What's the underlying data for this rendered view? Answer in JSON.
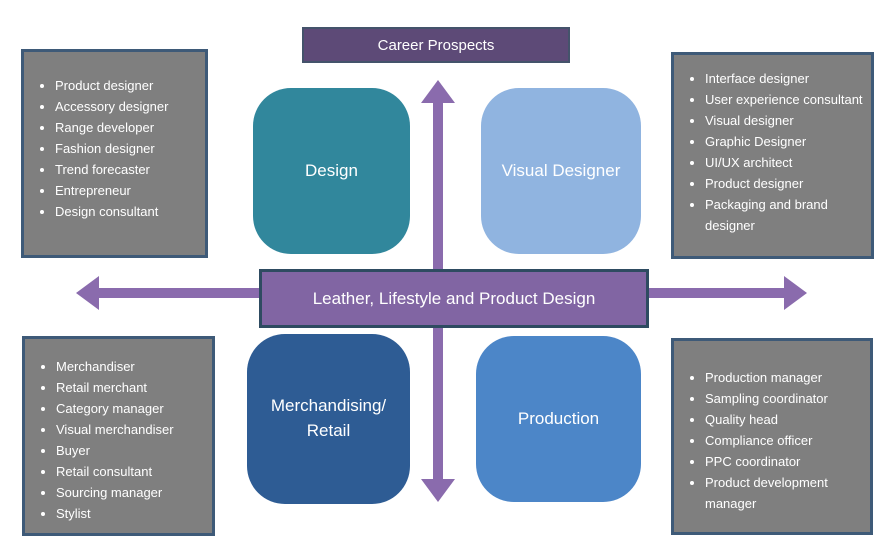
{
  "title": {
    "label": "Career Prospects"
  },
  "center_node": {
    "label": "Leather, Lifestyle and Product Design"
  },
  "nodes": {
    "design": {
      "label": "Design"
    },
    "visual_designer": {
      "label": "Visual Designer"
    },
    "merchandising_retail": {
      "label": "Merchandising/\nRetail"
    },
    "production": {
      "label": "Production"
    }
  },
  "career_lists": {
    "design": {
      "items": [
        "Product designer",
        "Accessory designer",
        "Range developer",
        "Fashion designer",
        "Trend forecaster",
        "Entrepreneur",
        "Design consultant"
      ]
    },
    "visual_designer": {
      "items": [
        "Interface designer",
        "User experience consultant",
        "Visual designer",
        "Graphic Designer",
        "UI/UX architect",
        "Product designer",
        "Packaging and brand designer"
      ]
    },
    "merchandising_retail": {
      "items": [
        "Merchandiser",
        "Retail merchant",
        "Category manager",
        "Visual merchandiser",
        "Buyer",
        "Retail consultant",
        "Sourcing manager",
        "Stylist"
      ]
    },
    "production": {
      "items": [
        "Production manager",
        "Sampling coordinator",
        "Quality head",
        "Compliance officer",
        "PPC coordinator",
        "Product development manager"
      ]
    }
  },
  "colors": {
    "title_fill": "#5d4a77",
    "title_border": "#44536b",
    "center_fill": "#8165a3",
    "center_border": "#2e4b61",
    "arrow": "#8a6bad",
    "design_fill": "#31879c",
    "visual_designer_fill": "#90b4e0",
    "merchandising_fill": "#2e5c94",
    "production_fill": "#4c86c8",
    "list_box_fill": "#7f7f7f",
    "list_box_border": "#3e5a78",
    "text": "#ffffff"
  }
}
